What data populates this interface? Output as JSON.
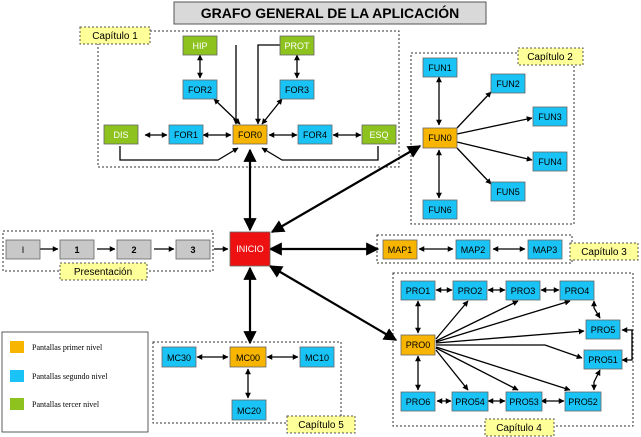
{
  "title": "GRAFO GENERAL DE LA APLICACIÓN",
  "colors": {
    "primary": "#f7b500",
    "secondary": "#19c3f5",
    "tertiary": "#8dc21f",
    "grey": "#c8c8c8",
    "start": "#ee1111"
  },
  "chapters": {
    "c1": "Capítulo 1",
    "c2": "Capítulo 2",
    "c3": "Capítulo 3",
    "c4": "Capítulo 4",
    "c5": "Capítulo 5",
    "presentation": "Presentación"
  },
  "nodes": {
    "HIP": "HIP",
    "PROT": "PROT",
    "FOR2": "FOR2",
    "FOR3": "FOR3",
    "DIS": "DIS",
    "FOR1": "FOR1",
    "FOR0": "FOR0",
    "FOR4": "FOR4",
    "ESQ": "ESQ",
    "FUN1": "FUN1",
    "FUN2": "FUN2",
    "FUN3": "FUN3",
    "FUN0": "FUN0",
    "FUN4": "FUN4",
    "FUN5": "FUN5",
    "FUN6": "FUN6",
    "I": "I",
    "P1": "1",
    "P2": "2",
    "P3": "3",
    "INICIO": "INICIO",
    "MAP1": "MAP1",
    "MAP2": "MAP2",
    "MAP3": "MAP3",
    "PRO1": "PRO1",
    "PRO2": "PRO2",
    "PRO3": "PRO3",
    "PRO4": "PRO4",
    "PRO5": "PRO5",
    "PRO0": "PRO0",
    "PRO51": "PRO51",
    "PRO6": "PRO6",
    "PRO54": "PRO54",
    "PRO53": "PRO53",
    "PRO52": "PRO52",
    "MC30": "MC30",
    "MC00": "MC00",
    "MC10": "MC10",
    "MC20": "MC20"
  },
  "legend": {
    "primary": "Pantallas primer nivel",
    "secondary": "Pantallas segundo nivel",
    "tertiary": "Pantallas tercer nivel"
  }
}
